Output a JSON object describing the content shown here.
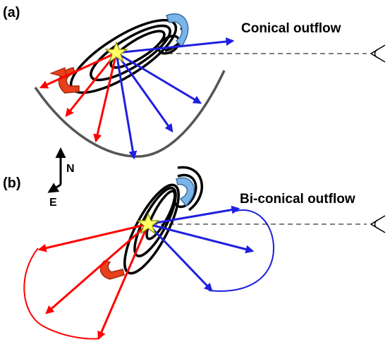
{
  "panel_a": {
    "label": "(a)",
    "title": "Conical outflow"
  },
  "panel_b": {
    "label": "(b)",
    "title": "Bi-conical outflow"
  },
  "compass": {
    "north": "N",
    "east": "E"
  },
  "colors": {
    "redshifted": "#ff0000",
    "blueshifted": "#1f1fe0",
    "star": "#ffff66",
    "cone_outline_a": "#555555",
    "rotation_red": "#e8401a",
    "rotation_blue": "#7ab4e8",
    "disk": "#000000"
  },
  "icons": {
    "star": "star-icon",
    "observer": "eye-icon",
    "compass": "compass-icon"
  }
}
